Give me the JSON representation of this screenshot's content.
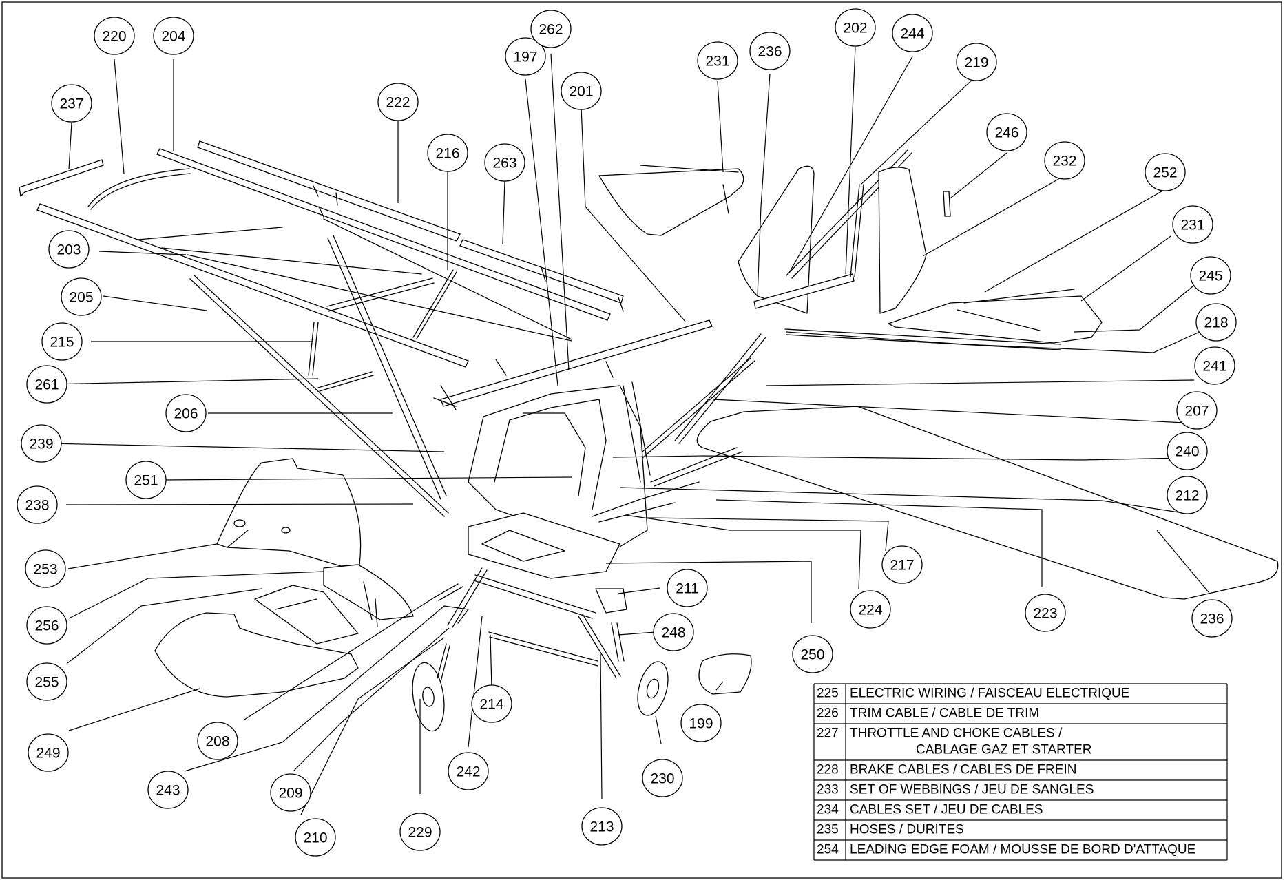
{
  "callouts": [
    {
      "label": "220"
    },
    {
      "label": "204"
    },
    {
      "label": "237"
    },
    {
      "label": "222"
    },
    {
      "label": "197"
    },
    {
      "label": "262"
    },
    {
      "label": "201"
    },
    {
      "label": "216"
    },
    {
      "label": "263"
    },
    {
      "label": "231"
    },
    {
      "label": "236"
    },
    {
      "label": "202"
    },
    {
      "label": "244"
    },
    {
      "label": "219"
    },
    {
      "label": "246"
    },
    {
      "label": "232"
    },
    {
      "label": "252"
    },
    {
      "label": "231"
    },
    {
      "label": "245"
    },
    {
      "label": "218"
    },
    {
      "label": "241"
    },
    {
      "label": "207"
    },
    {
      "label": "240"
    },
    {
      "label": "212"
    },
    {
      "label": "203"
    },
    {
      "label": "205"
    },
    {
      "label": "215"
    },
    {
      "label": "261"
    },
    {
      "label": "206"
    },
    {
      "label": "239"
    },
    {
      "label": "251"
    },
    {
      "label": "238"
    },
    {
      "label": "253"
    },
    {
      "label": "256"
    },
    {
      "label": "255"
    },
    {
      "label": "249"
    },
    {
      "label": "208"
    },
    {
      "label": "243"
    },
    {
      "label": "209"
    },
    {
      "label": "210"
    },
    {
      "label": "229"
    },
    {
      "label": "242"
    },
    {
      "label": "214"
    },
    {
      "label": "213"
    },
    {
      "label": "230"
    },
    {
      "label": "199"
    },
    {
      "label": "248"
    },
    {
      "label": "211"
    },
    {
      "label": "250"
    },
    {
      "label": "217"
    },
    {
      "label": "224"
    },
    {
      "label": "223"
    },
    {
      "label": "236"
    }
  ],
  "legend": {
    "rows": [
      {
        "code": "225",
        "lines": [
          "ELECTRIC WIRING / FAISCEAU ELECTRIQUE"
        ]
      },
      {
        "code": "226",
        "lines": [
          "TRIM CABLE / CABLE DE TRIM"
        ]
      },
      {
        "code": "227",
        "lines": [
          "THROTTLE AND CHOKE CABLES /",
          "CABLAGE GAZ ET STARTER"
        ]
      },
      {
        "code": "228",
        "lines": [
          "BRAKE CABLES / CABLES DE FREIN"
        ]
      },
      {
        "code": "233",
        "lines": [
          "SET OF WEBBINGS / JEU DE SANGLES"
        ]
      },
      {
        "code": "234",
        "lines": [
          "CABLES SET / JEU DE CABLES"
        ]
      },
      {
        "code": "235",
        "lines": [
          "HOSES / DURITES"
        ]
      },
      {
        "code": "254",
        "lines": [
          "LEADING EDGE FOAM / MOUSSE DE BORD D'ATTAQUE"
        ]
      }
    ]
  }
}
